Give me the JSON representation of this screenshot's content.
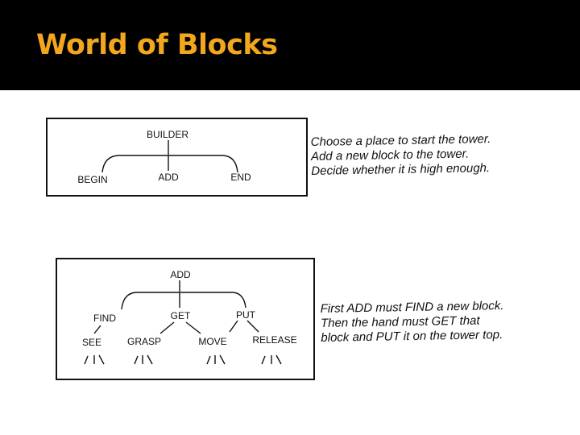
{
  "slide": {
    "title": "World of Blocks",
    "accent_color": "#f2a71c",
    "background_color": "#ffffff",
    "titlebar_color": "#000000"
  },
  "tree1": {
    "root": "BUILDER",
    "children": [
      "BEGIN",
      "ADD",
      "END"
    ],
    "caption": [
      "Choose a place to start the tower.",
      "Add a new block to the tower.",
      "Decide whether it is high enough."
    ]
  },
  "tree2": {
    "root": "ADD",
    "level1": [
      "FIND",
      "GET",
      "PUT"
    ],
    "level2": [
      "SEE",
      "GRASP",
      "MOVE",
      "RELEASE"
    ],
    "caption": [
      "First ADD must FIND a new block.",
      "Then the hand must GET that",
      "block and PUT it on the tower top."
    ]
  }
}
